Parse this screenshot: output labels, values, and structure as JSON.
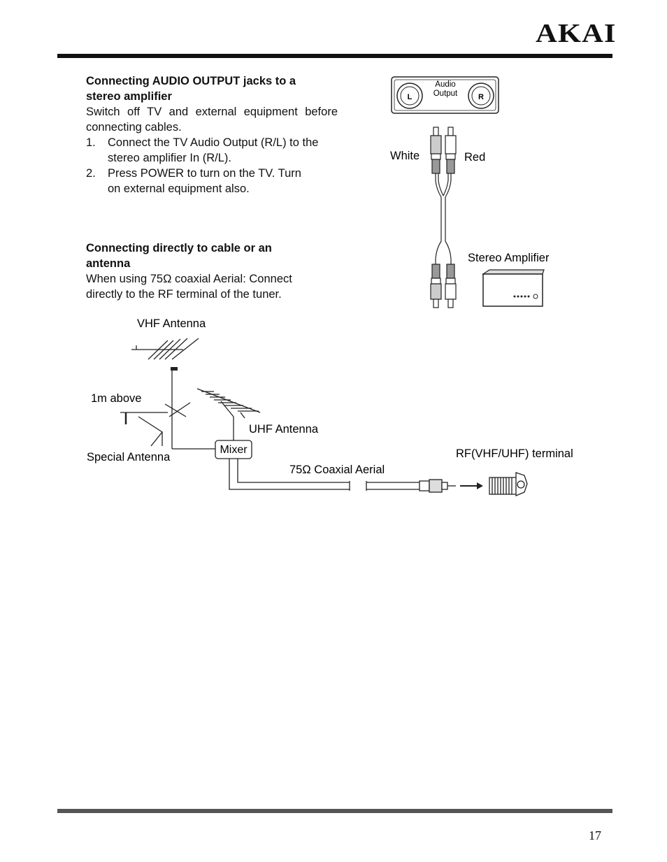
{
  "header": {
    "brand": "AKAI"
  },
  "footer": {
    "page_number": "17"
  },
  "section_audio": {
    "title_line1": "Connecting AUDIO OUTPUT jacks to a",
    "title_line2": "stereo amplifier",
    "intro": "Switch off TV and external equipment before connecting cables.",
    "steps": [
      {
        "num": "1.",
        "text": "Connect the TV Audio Output (R/L) to the stereo amplifier In (R/L)."
      },
      {
        "num": "2.",
        "text": "Press POWER to turn on the TV. Turn on external equipment also."
      }
    ]
  },
  "section_antenna": {
    "title_line1": "Connecting directly to cable or an",
    "title_line2": "antenna",
    "body": "When using 75Ω coaxial Aerial: Connect directly to the RF terminal of the tuner."
  },
  "audio_diagram": {
    "panel_label_line1": "Audio",
    "panel_label_line2": "Output",
    "jack_left": "L",
    "jack_right": "R",
    "white_label": "White",
    "red_label": "Red",
    "amplifier_label": "Stereo Amplifier"
  },
  "antenna_diagram": {
    "vhf_label": "VHF Antenna",
    "above_label": "1m above",
    "uhf_label": "UHF Antenna",
    "special_label": "Special Antenna",
    "mixer_label": "Mixer",
    "coax_label": "75Ω Coaxial Aerial",
    "terminal_label": "RF(VHF/UHF) terminal"
  }
}
